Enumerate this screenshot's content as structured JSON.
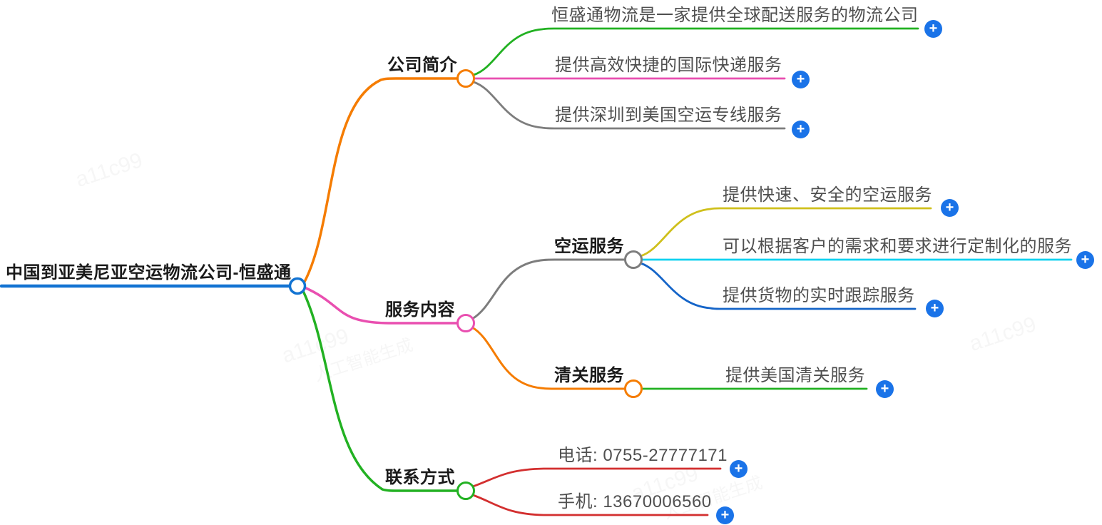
{
  "diagram": {
    "root": {
      "label": "中国到亚美尼亚空运物流公司-恒盛通",
      "color": "#1273d2"
    },
    "branches": [
      {
        "label": "公司简介",
        "color": "#f57c00",
        "children": [
          {
            "label": "恒盛通物流是一家提供全球配送服务的物流公司",
            "color": "#22b122"
          },
          {
            "label": "提供高效快捷的国际快递服务",
            "color": "#e94fb0"
          },
          {
            "label": "提供深圳到美国空运专线服务",
            "color": "#7d7d7d"
          }
        ]
      },
      {
        "label": "服务内容",
        "color": "#e94fb0",
        "children": [
          {
            "label": "空运服务",
            "color": "#7d7d7d",
            "children": [
              {
                "label": "提供快速、安全的空运服务",
                "color": "#cfc01c"
              },
              {
                "label": "可以根据客户的需求和要求进行定制化的服务",
                "color": "#10d2f0"
              },
              {
                "label": "提供货物的实时跟踪服务",
                "color": "#1464c8"
              }
            ]
          },
          {
            "label": "清关服务",
            "color": "#f57c00",
            "children": [
              {
                "label": "提供美国清关服务",
                "color": "#22b122"
              }
            ]
          }
        ]
      },
      {
        "label": "联系方式",
        "color": "#22b122",
        "children": [
          {
            "label": "电话: 0755-27777171",
            "color": "#d32f2f"
          },
          {
            "label": "手机: 13670006560",
            "color": "#d32f2f"
          }
        ]
      }
    ],
    "ui": {
      "plus_glyph": "+",
      "plus_color": "#1a73e8"
    },
    "watermark": {
      "id": "a11c99",
      "caption": "人工智能生成"
    }
  }
}
